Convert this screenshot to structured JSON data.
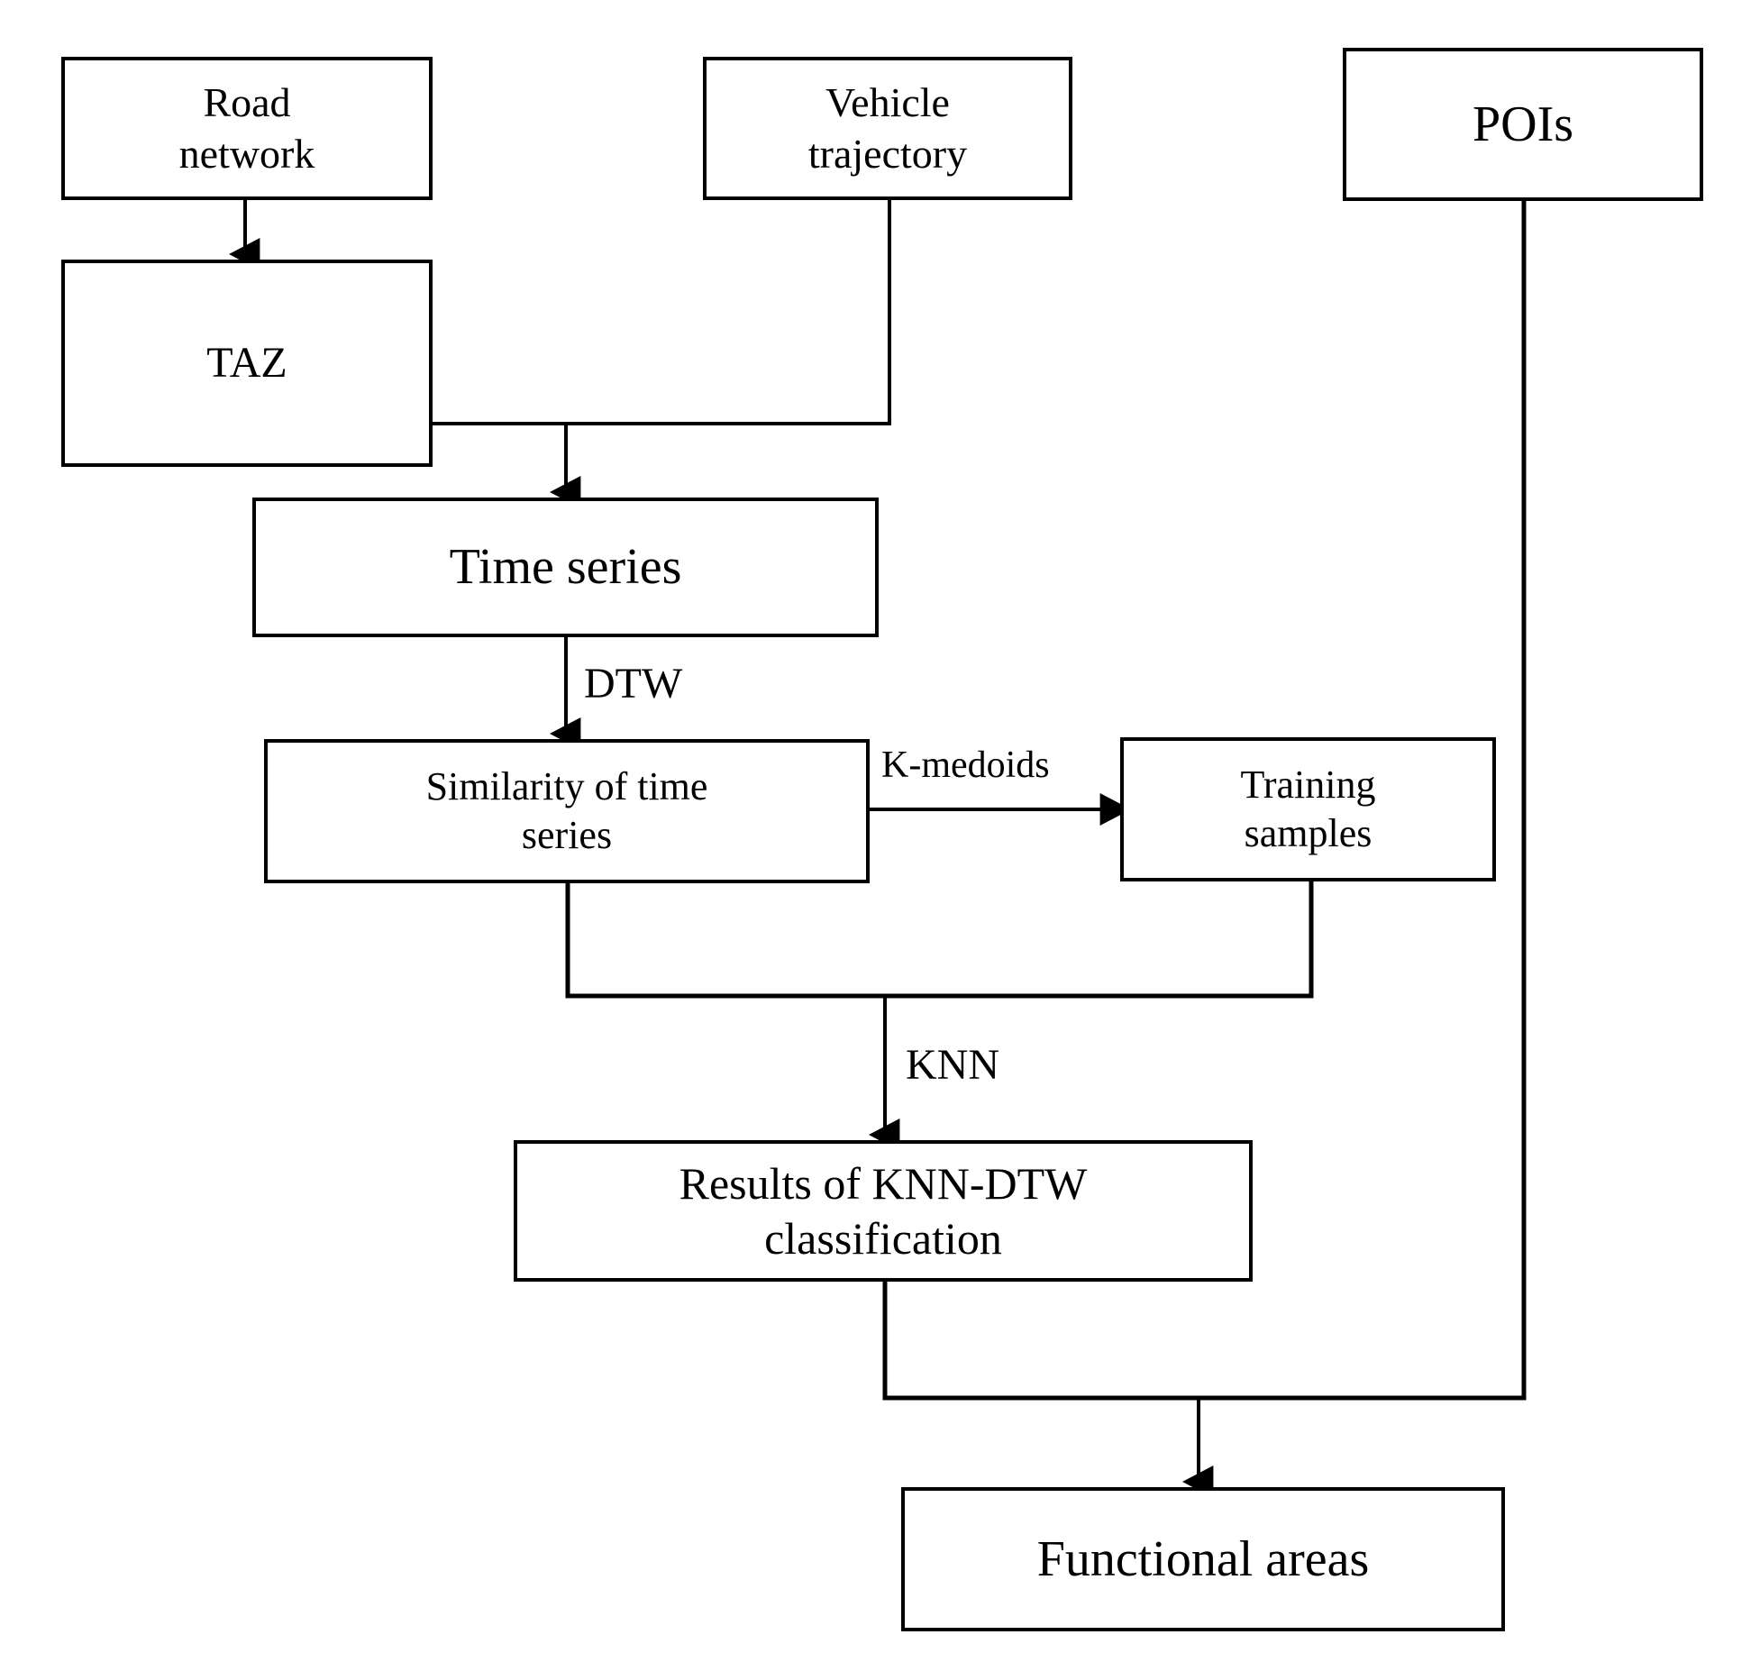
{
  "diagram": {
    "title": "KNN-DTW functional area identification workflow",
    "background_color": "#ffffff",
    "line_color": "#000000",
    "nodes": [
      {
        "id": "road-network",
        "label": "Road\nnetwork"
      },
      {
        "id": "taz",
        "label": "TAZ"
      },
      {
        "id": "vehicle",
        "label": "Vehicle\ntrajectory"
      },
      {
        "id": "pois",
        "label": "POIs"
      },
      {
        "id": "timeseries",
        "label": "Time series"
      },
      {
        "id": "similarity",
        "label": "Similarity  of time\nseries"
      },
      {
        "id": "training",
        "label": "Training\nsamples"
      },
      {
        "id": "results",
        "label": "Results of KNN-DTW\nclassification"
      },
      {
        "id": "functional",
        "label": "Functional  areas"
      }
    ],
    "edge_labels": [
      {
        "id": "dtw",
        "text": "DTW"
      },
      {
        "id": "kmedoids",
        "text": "K-medoids"
      },
      {
        "id": "knn",
        "text": "KNN"
      }
    ],
    "edges": [
      {
        "from": "road-network",
        "to": "taz",
        "label": ""
      },
      {
        "from": "taz",
        "to": "timeseries",
        "label": ""
      },
      {
        "from": "vehicle",
        "to": "timeseries",
        "label": ""
      },
      {
        "from": "timeseries",
        "to": "similarity",
        "label": "DTW"
      },
      {
        "from": "similarity",
        "to": "training",
        "label": "K-medoids"
      },
      {
        "from": "similarity",
        "to": "results",
        "label": "KNN"
      },
      {
        "from": "training",
        "to": "results",
        "label": "KNN"
      },
      {
        "from": "results",
        "to": "functional",
        "label": ""
      },
      {
        "from": "pois",
        "to": "functional",
        "label": ""
      }
    ]
  }
}
